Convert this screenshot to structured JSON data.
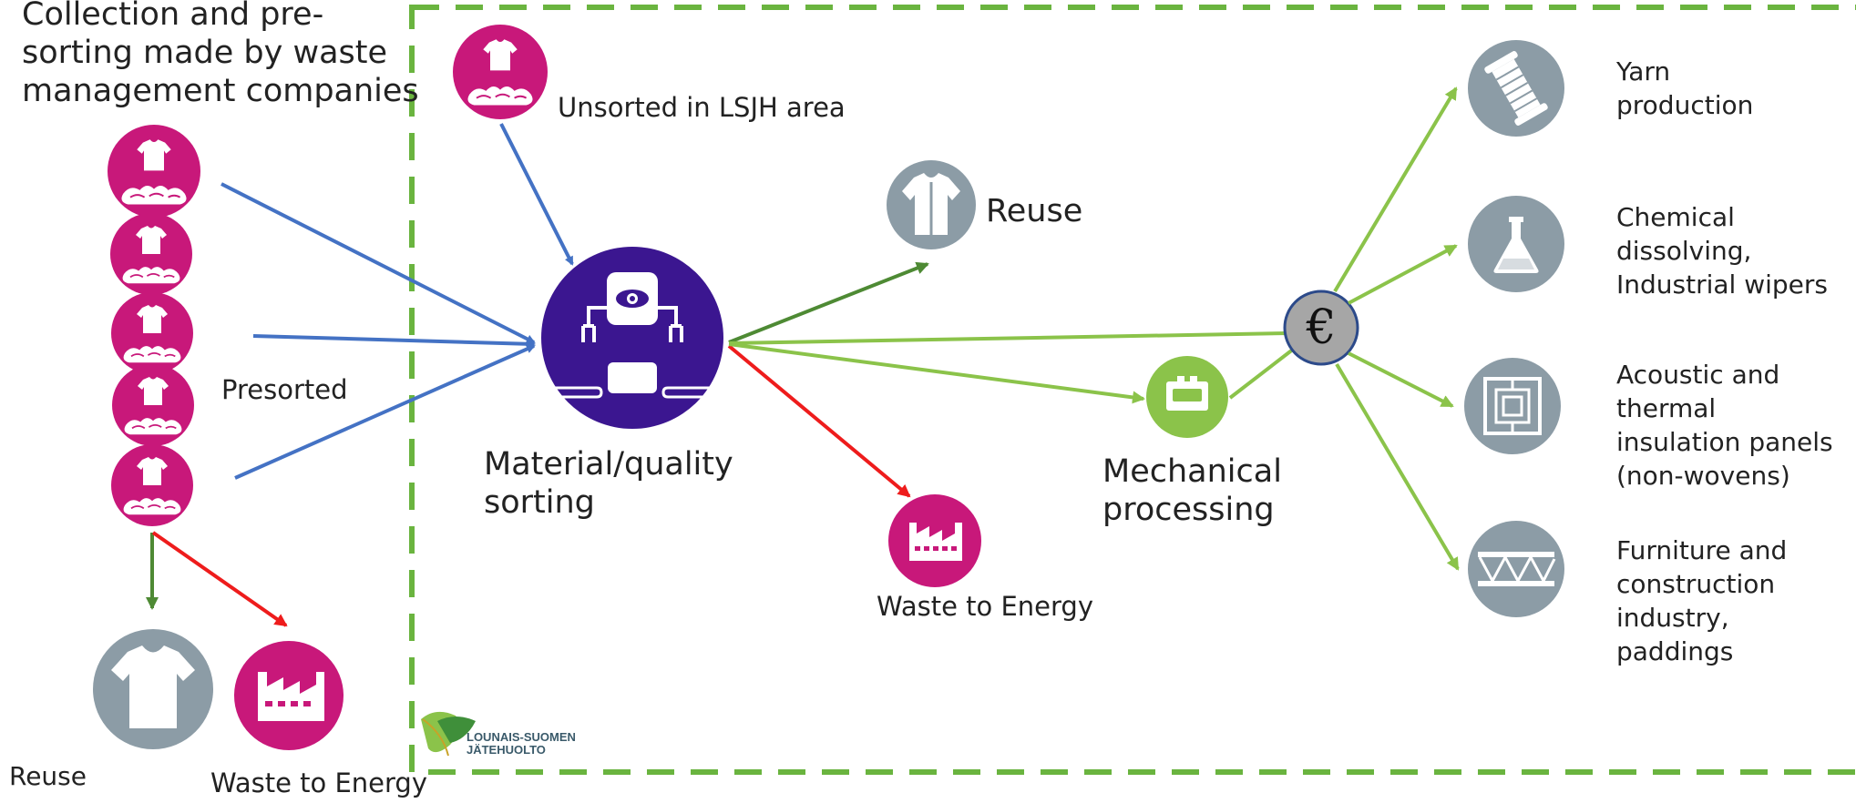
{
  "labels": {
    "collection_heading": [
      "Collection and pre-",
      "sorting made by waste",
      "management companies"
    ],
    "unsorted": "Unsorted in LSJH area",
    "presorted": "Presorted",
    "sorting": [
      "Material/quality",
      "sorting"
    ],
    "reuse_mid": "Reuse",
    "waste_mid": "Waste to Energy",
    "mechanical": [
      "Mechanical",
      "processing"
    ],
    "reuse_left": "Reuse",
    "waste_left": "Waste to Energy",
    "euro_symbol": "€"
  },
  "outputs": [
    {
      "lines": [
        "Yarn",
        "production"
      ],
      "icon": "spool-icon"
    },
    {
      "lines": [
        "Chemical",
        "dissolving,",
        "Industrial wipers"
      ],
      "icon": "flask-icon"
    },
    {
      "lines": [
        "Acoustic and",
        "thermal",
        "insulation panels",
        "(non-wovens)"
      ],
      "icon": "panel-icon"
    },
    {
      "lines": [
        "Furniture and",
        "construction",
        "industry,",
        "paddings"
      ],
      "icon": "padding-icon"
    }
  ],
  "logo": {
    "line1": "LOUNAIS-SUOMEN",
    "line2": "JÄTEHUOLTO"
  },
  "colors": {
    "magenta": "#c8187a",
    "purple": "#3b1690",
    "gray": "#8c9ca6",
    "lime": "#8bc34a",
    "blue": "#4472c4",
    "dark_green": "#4e8a34",
    "red": "#ee1c1c",
    "dash_green": "#6ab43f"
  }
}
